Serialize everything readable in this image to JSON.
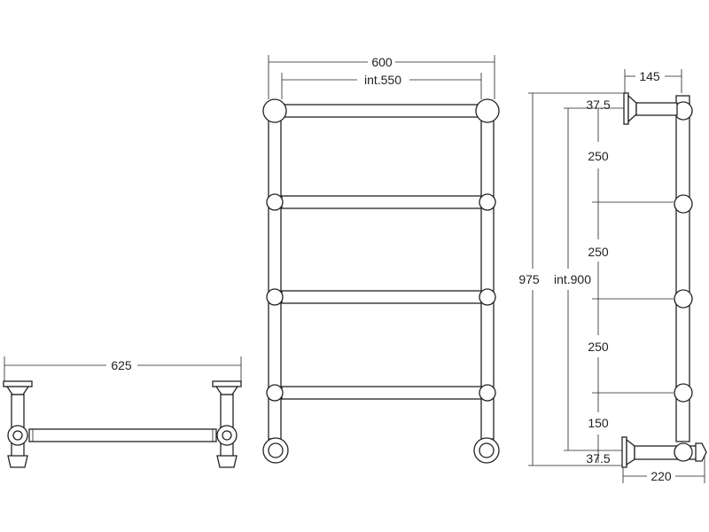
{
  "plan_view": {
    "width_label": "625"
  },
  "front_view": {
    "overall_width_label": "600",
    "internal_width_label": "int.550"
  },
  "side_view": {
    "depth_top_label": "145",
    "depth_bottom_label": "220",
    "overall_height_label": "975",
    "internal_height_label": "int.900",
    "top_offset_label": "37.5",
    "bottom_offset_label": "37.5",
    "rail_spacings": [
      "250",
      "250",
      "250",
      "150"
    ]
  }
}
